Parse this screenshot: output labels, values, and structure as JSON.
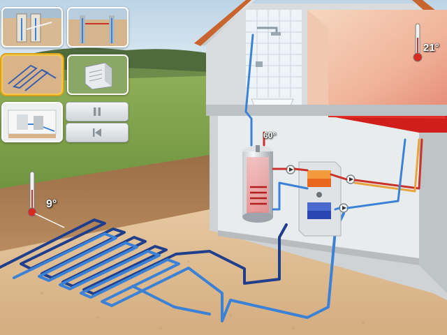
{
  "temperatures": {
    "ground": "9°",
    "tank": "60°",
    "room": "21°"
  },
  "nav": {
    "thumbnails": [
      {
        "name": "vertical-probes",
        "active": false
      },
      {
        "name": "borehole-probes",
        "active": false
      },
      {
        "name": "horizontal-collector",
        "active": true
      },
      {
        "name": "heat-pump-unit",
        "active": false
      },
      {
        "name": "system-overview",
        "active": false
      }
    ],
    "pause_icon": "pause-icon",
    "rewind_icon": "skip-to-start-icon"
  },
  "colors": {
    "sky": "#c8dcea",
    "ground": "#d9b48b",
    "cold_pipe": "#3b82d6",
    "cold_pipe_dark": "#1f3f8c",
    "hot_pipe": "#c8322a",
    "floor_heat": "#e0241f",
    "roof": "#c9642e"
  }
}
